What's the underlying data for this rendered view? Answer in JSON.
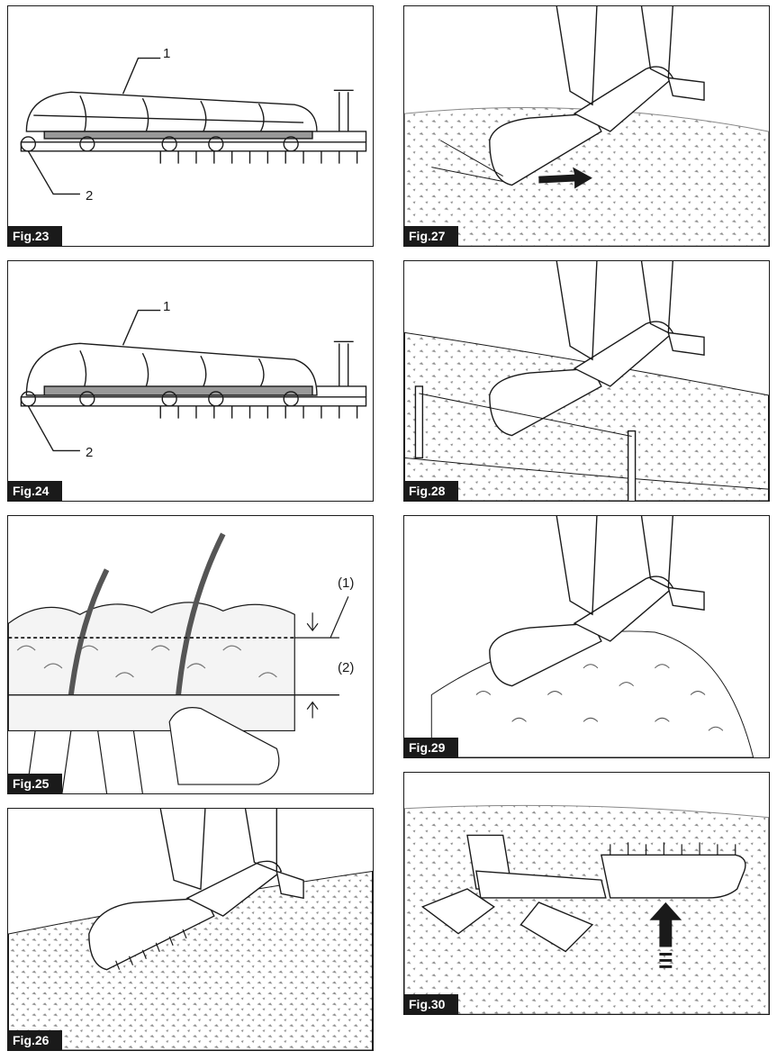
{
  "figures": {
    "fig23": {
      "label": "Fig.23",
      "callout_1": "1",
      "callout_2": "2"
    },
    "fig24": {
      "label": "Fig.24",
      "callout_1": "1",
      "callout_2": "2"
    },
    "fig25": {
      "label": "Fig.25",
      "callout_1": "(1)",
      "callout_2": "(2)"
    },
    "fig26": {
      "label": "Fig.26"
    },
    "fig27": {
      "label": "Fig.27"
    },
    "fig28": {
      "label": "Fig.28"
    },
    "fig29": {
      "label": "Fig.29"
    },
    "fig30": {
      "label": "Fig.30"
    }
  },
  "colors": {
    "ink": "#1a1a1a",
    "texture": "#8c8c8c",
    "background": "#ffffff"
  }
}
